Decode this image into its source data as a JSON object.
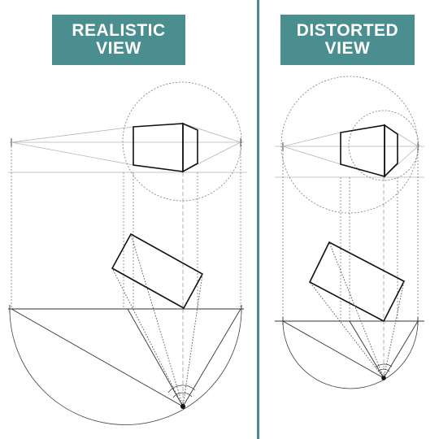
{
  "accent_color": "#4a8e8f",
  "panels": [
    {
      "title_line1": "REALISTIC",
      "title_line2": "VIEW"
    },
    {
      "title_line1": "DISTORTED",
      "title_line2": "VIEW"
    }
  ]
}
